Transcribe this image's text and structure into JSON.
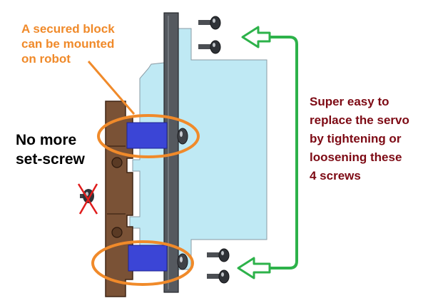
{
  "annotations": {
    "secured_block": [
      "A secured block",
      "can be mounted",
      "on robot"
    ],
    "no_set_screw": [
      "No more",
      "set-screw"
    ],
    "replace_servo": [
      "Super easy to",
      "replace the servo",
      "by tightening or",
      "loosening these",
      "4 screws"
    ]
  },
  "colors": {
    "orange_callout": "#f08a2a",
    "arrow_green": "#2db24a",
    "text_dark_red": "#7d0a14",
    "servo_body": "#bfe9f4",
    "mount_block": "#7a5236",
    "bracket_plate": "#55595f",
    "spacer_block": "#3b45d6",
    "screw_grey": "#3f4247",
    "cross_red": "#e01c1c"
  },
  "icons": [
    "screw-icon",
    "crossed-out-set-screw-icon",
    "double-headed-arrow-icon"
  ]
}
